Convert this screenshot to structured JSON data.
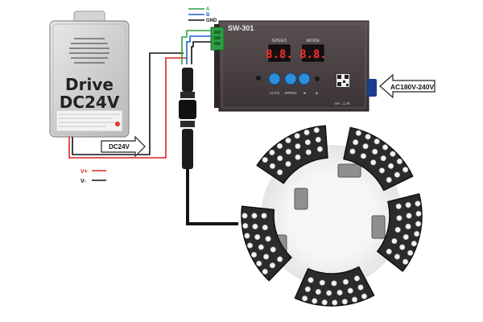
{
  "power_supply": {
    "title_line1": "Drive",
    "title_line2": "DC24V",
    "output_label": "DC24V"
  },
  "controller": {
    "model": "SW-301",
    "speed_label": "SPEED",
    "mode_label": "MODE",
    "speed_display": "8.8.",
    "mode_display": "8.8.",
    "button_labels": [
      "AUTO",
      "SPEED",
      "◄",
      "►"
    ],
    "version": "Ver : 1.76",
    "input_label": "AC180V-240V"
  },
  "signal_wires": [
    {
      "label": "A",
      "color": "#2ea043"
    },
    {
      "label": "B",
      "color": "#1f5fd6"
    },
    {
      "label": "GND",
      "color": "#111111"
    }
  ],
  "power_legend": [
    {
      "label": "V+",
      "color": "#e02020"
    },
    {
      "label": "V-",
      "color": "#111111"
    }
  ]
}
